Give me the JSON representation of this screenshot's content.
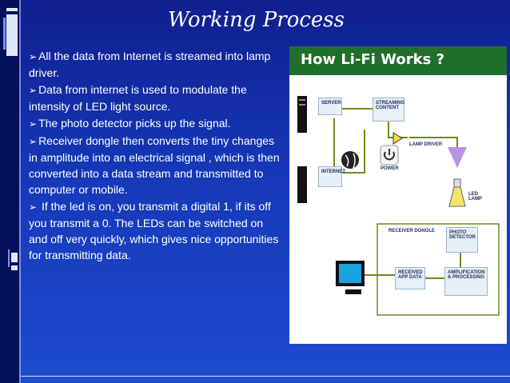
{
  "slide": {
    "title": "Working  Process",
    "bullets": [
      {
        "marker": "➢",
        "text": "All the data from Internet is streamed into lamp driver."
      },
      {
        "marker": "➢",
        "text": "Data from internet is used to modulate the intensity of LED light source."
      },
      {
        "marker": "➢",
        "text": "The photo detector picks up the signal."
      },
      {
        "marker": "➢",
        "text": "Receiver dongle then converts the tiny changes in amplitude into an electrical signal , which is then converted into a data stream and transmitted to computer or mobile."
      },
      {
        "marker": "➢",
        "text": " If the led is on, you transmit a digital 1, if its off  you transmit a 0. The LEDs can be switched on and off very quickly, which gives nice opportunities for transmitting data."
      }
    ]
  },
  "diagram": {
    "header": "How Li-Fi Works ?",
    "labels": {
      "server": "SERVER",
      "streaming": "STREAMING CONTENT",
      "internet": "INTERNET",
      "power": "POWER",
      "lamp_driver": "LAMP DRIVER",
      "led_lamp": "LED LAMP",
      "receiver_dongle": "RECEIVER DONGLE",
      "photo_detector": "PHOTO DETECTOR",
      "received_app_data": "RECEIVED APP DATA",
      "amplification": "AMPLIFICATION & PROCESSING"
    },
    "colors": {
      "header_bg": "#1f6f2a",
      "box_fill": "#e7eff7",
      "line": "#6d8c1a",
      "lamp_beam": "#b894e0",
      "lamp": "#f4e36a",
      "monitor": "#1aa3e0"
    }
  },
  "colors": {
    "slide_bg_top": "#0f1f8e",
    "slide_bg_bottom": "#1c4ccd",
    "left_bar": "#05105a",
    "text": "#ffffff"
  }
}
